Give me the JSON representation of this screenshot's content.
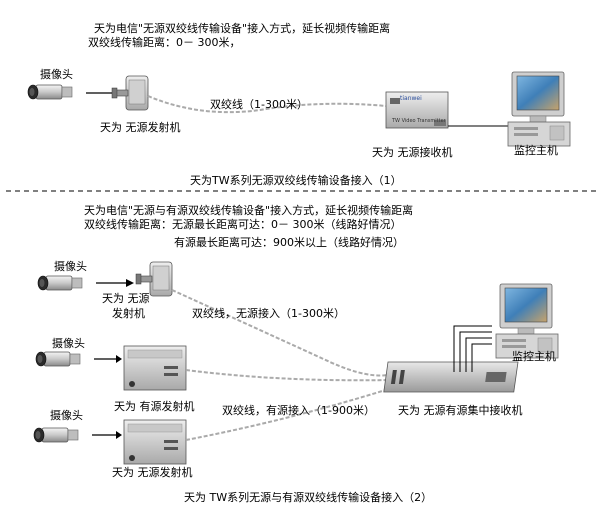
{
  "section1": {
    "heading_line1": "天为电信\"无源双绞线传输设备\"接入方式，延长视频传输距离",
    "heading_line2": "双绞线传输距离：0－ 300米，",
    "camera_label": "摄像头",
    "transmitter_label": "天为 无源发射机",
    "cable_label": "双绞线（1-300米）",
    "receiver_label": "天为 无源接收机",
    "monitor_label": "监控主机",
    "caption": "天为TW系列无源双绞线传输设备接入（1）"
  },
  "section2": {
    "heading_line1": "天为电信\"无源与有源双绞线传输设备\"接入方式，延长视频传输距离",
    "heading_line2": "双绞线传输距离：无源最长距离可达：0－ 300米（线路好情况）",
    "heading_line3": "有源最长距离可达：900米以上（线路好情况）",
    "camera1_label": "摄像头",
    "transmitter1_label_a": "天为 无源",
    "transmitter1_label_b": "发射机",
    "passive_cable_label": "双绞线，无源接入（1-300米）",
    "camera2_label": "摄像头",
    "active_tx_label": "天为 有源发射机",
    "camera3_label": "摄像头",
    "passive_tx2_label": "天为 无源发射机",
    "active_cable_label": "双绞线，有源接入（1-900米）",
    "hub_label": "天为 无源有源集中接收机",
    "monitor_label": "监控主机",
    "caption": "天为 TW系列无源与有源双绞线传输设备接入（2）"
  },
  "device_text": {
    "brand": "tianwei",
    "receiver_model": "TW Video Transmitter"
  }
}
